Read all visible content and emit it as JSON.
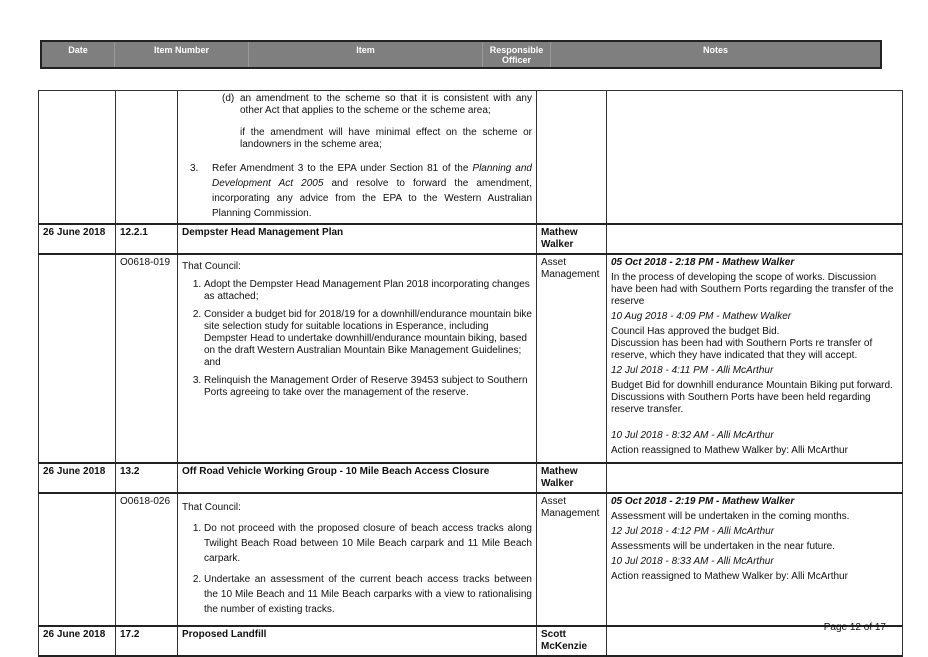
{
  "header": {
    "date": "Date",
    "item_number": "Item Number",
    "item": "Item",
    "officer": "Responsible Officer",
    "notes": "Notes"
  },
  "continuation": {
    "d_label": "(d)",
    "d_text": "an amendment to the scheme so that it is consistent with any other Act that applies to the scheme or the scheme area;",
    "if_text": "if the amendment will have minimal effect on the scheme or landowners in the scheme area;",
    "num3": "3.",
    "t3a": "Refer Amendment 3 to the EPA under Section 81 of the ",
    "t3b": "Planning and Development Act 2005",
    "t3c": " and resolve to forward the amendment, incorporating any advice from the EPA to the Western Australian Planning Commission."
  },
  "items": [
    {
      "date": "26 June 2018",
      "number": "12.2.1",
      "title": "Dempster Head Management Plan",
      "officer": "Mathew Walker",
      "ref": "O0618-019",
      "dept": "Asset Management",
      "intro": "That Council:",
      "points": [
        "Adopt the Dempster Head Management Plan 2018 incorporating changes as attached;",
        "Consider a budget bid for 2018/19 for a downhill/endurance mountain bike site selection study for suitable locations in Esperance, including Dempster Head to undertake downhill/endurance mountain biking, based on the draft Western Australian Mountain Bike Management Guidelines; and",
        "Relinquish the Management Order of Reserve 39453 subject to Southern Ports agreeing to take over the management of the reserve."
      ],
      "notes": [
        {
          "stamp": "05 Oct 2018 - 2:18 PM - Mathew Walker",
          "text": "In the process of developing the scope of works. Discussion have been had with Southern Ports regarding the transfer of the reserve"
        },
        {
          "stamp": "10 Aug 2018 - 4:09 PM - Mathew Walker",
          "text": "Council Has approved the budget Bid.\nDiscussion has been had with Southern Ports re transfer of reserve, which they have indicated that they will accept."
        },
        {
          "stamp": "12 Jul 2018 - 4:11 PM - Alli McArthur",
          "text": "Budget Bid for downhill endurance Mountain Biking put forward. Discussions with Southern Ports have been held regarding reserve transfer."
        },
        {
          "stamp": "10 Jul 2018 - 8:32 AM - Alli McArthur",
          "text": "Action reassigned to Mathew Walker by: Alli  McArthur"
        }
      ]
    },
    {
      "date": "26 June 2018",
      "number": "13.2",
      "title": "Off Road Vehicle Working Group - 10 Mile Beach Access Closure",
      "officer": "Mathew Walker",
      "ref": "O0618-026",
      "dept": "Asset Management",
      "intro": "That Council:",
      "points": [
        "Do not proceed with the proposed closure of beach access tracks along Twilight Beach Road between 10 Mile Beach carpark and 11 Mile Beach carpark.",
        "Undertake an assessment of the current beach access tracks between the 10 Mile Beach and 11 Mile Beach carparks with a view to rationalising the number of existing tracks."
      ],
      "notes": [
        {
          "stamp": "05 Oct 2018 - 2:19 PM - Mathew Walker",
          "text": "Assessment will be undertaken in the coming months."
        },
        {
          "stamp": "12 Jul 2018 - 4:12 PM - Alli McArthur",
          "text": "Assessments will be undertaken in the near future."
        },
        {
          "stamp": "10 Jul 2018 - 8:33 AM - Alli McArthur",
          "text": "Action reassigned to Mathew Walker by: Alli  McArthur"
        }
      ]
    },
    {
      "date": "26 June 2018",
      "number": "17.2",
      "title": "Proposed Landfill",
      "officer": "Scott McKenzie"
    }
  ],
  "footer": {
    "page": "Page 12 of 17"
  }
}
